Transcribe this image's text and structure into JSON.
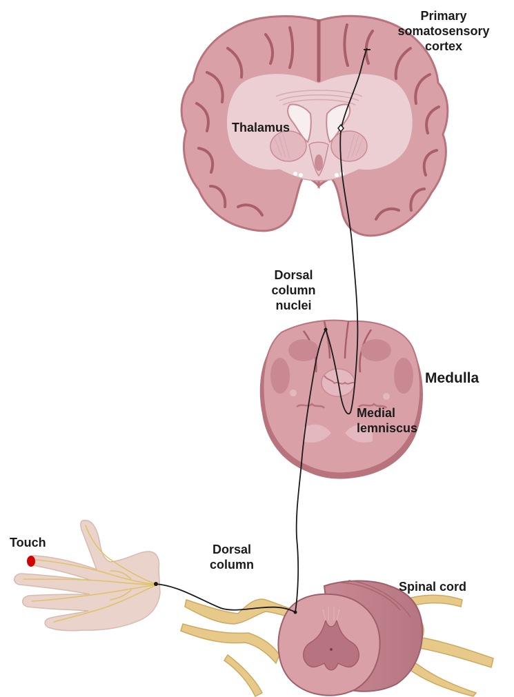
{
  "labels": {
    "cortex_line1": "Primary",
    "cortex_line2": "somatosensory cortex",
    "thalamus": "Thalamus",
    "dcn_line1": "Dorsal",
    "dcn_line2": "column",
    "dcn_line3": "nuclei",
    "medulla": "Medulla",
    "ml_line1": "Medial",
    "ml_line2": "lemniscus",
    "touch": "Touch",
    "dc_line1": "Dorsal",
    "dc_line2": "column",
    "spinal_cord": "Spinal cord"
  },
  "colors": {
    "brain_tissue": "#d9a0a7",
    "brain_edge": "#b9737d",
    "brain_sulci": "#a85f6a",
    "white_matter": "#eccfd3",
    "nerve": "#e7c98a",
    "nerve_edge": "#cfa85f",
    "skin": "#ead3cb",
    "touch_point": "#d40000",
    "pathway": "#1a1a1a"
  },
  "icons": {
    "touch_marker": "red-dot"
  }
}
